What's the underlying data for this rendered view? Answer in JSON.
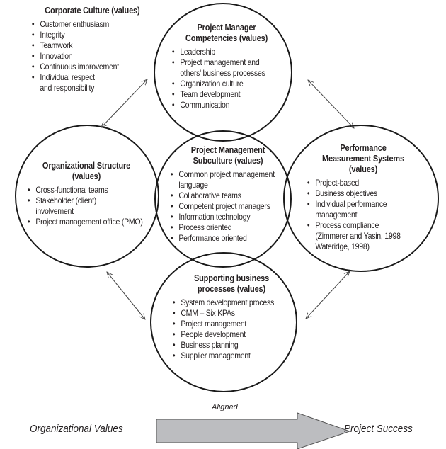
{
  "diagram": {
    "corporate_culture": {
      "title": "Corporate Culture (values)",
      "items": [
        "Customer enthusiasm",
        "Integrity",
        "Teamwork",
        "Innovation",
        "Continuous improvement",
        "Individual respect",
        "and responsibility"
      ]
    },
    "pm_competencies": {
      "title_line1": "Project Manager",
      "title_line2": "Competencies (values)",
      "items": [
        "Leadership",
        "Project management and",
        "others' business processes",
        "Organization culture",
        "Team development",
        "Communication"
      ]
    },
    "org_structure": {
      "title_line1": "Organizational Structure",
      "title_line2": "(values)",
      "items": [
        "Cross-functional teams",
        "Stakeholder (client)",
        "involvement",
        "Project management office (PMO)"
      ]
    },
    "pm_subculture": {
      "title_line1": "Project Management",
      "title_line2": "Subculture (values)",
      "items": [
        "Common project management",
        "language",
        "Collaborative teams",
        "Competent project managers",
        "Information technology",
        "Process oriented",
        "Performance oriented"
      ]
    },
    "perf_measurement": {
      "title_line1": "Performance",
      "title_line2": "Measurement Systems",
      "title_line3": "(values)",
      "items": [
        "Project-based",
        "Business objectives",
        "Individual performance",
        "management",
        "Process compliance",
        "(Zimmerer and Yasin, 1998",
        "Wateridge, 1998)"
      ]
    },
    "supporting_processes": {
      "title_line1": "Supporting business",
      "title_line2": "processes (values)",
      "items": [
        "System development process",
        "CMM – Six KPAs",
        "Project management",
        "People development",
        "Business planning",
        "Supplier management"
      ]
    },
    "footer": {
      "left_label": "Organizational Values",
      "arrow_label": "Aligned",
      "right_label": "Project Success"
    },
    "colors": {
      "stroke": "#1a1a1a",
      "arrow_fill": "#bcbdc0",
      "text": "#231f20"
    }
  }
}
